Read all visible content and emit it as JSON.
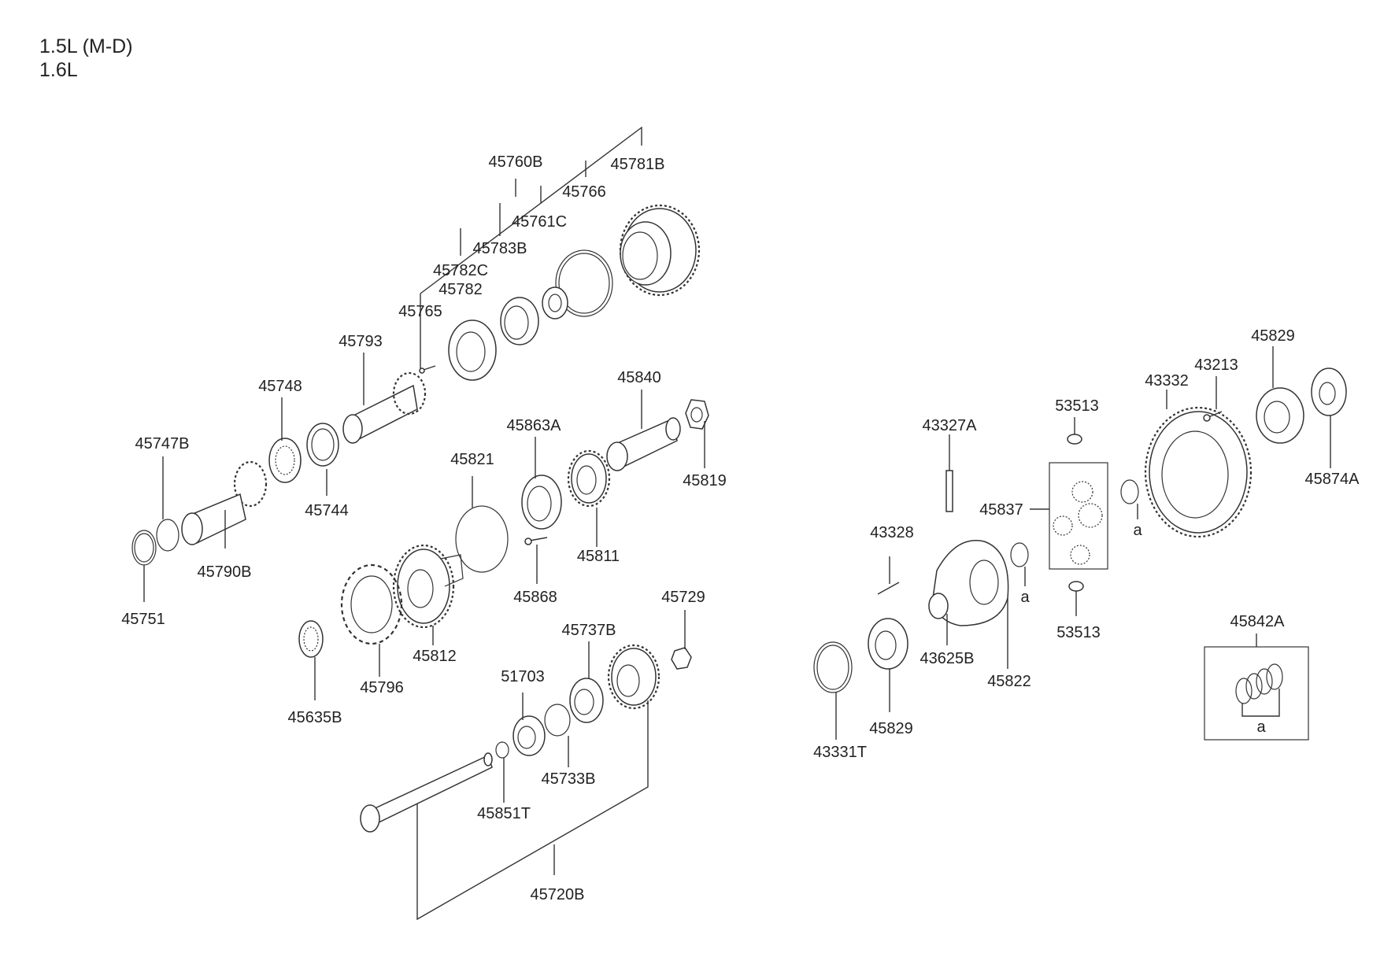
{
  "header": {
    "line1": "1.5L (M-D)",
    "line2": "1.6L"
  },
  "labels": {
    "p45760B": "45760B",
    "p45781B": "45781B",
    "p45766": "45766",
    "p45761C": "45761C",
    "p45783B": "45783B",
    "p45782C": "45782C",
    "p45782": "45782",
    "p45765": "45765",
    "p45793": "45793",
    "p45748": "45748",
    "p45747B": "45747B",
    "p45744": "45744",
    "p45790B": "45790B",
    "p45751": "45751",
    "p45840": "45840",
    "p45863A": "45863A",
    "p45821": "45821",
    "p45819": "45819",
    "p45811": "45811",
    "p45868": "45868",
    "p45812": "45812",
    "p45796": "45796",
    "p45635B": "45635B",
    "p45729": "45729",
    "p45737B": "45737B",
    "p51703": "51703",
    "p45733B": "45733B",
    "p45851T": "45851T",
    "p45720B": "45720B",
    "p43327A": "43327A",
    "p53513a": "53513",
    "p43332": "43332",
    "p43213": "43213",
    "p45829a": "45829",
    "p45874A": "45874A",
    "p45837": "45837",
    "p43328": "43328",
    "p43625B": "43625B",
    "p45822": "45822",
    "p53513b": "53513",
    "p45829b": "45829",
    "p43331T": "43331T",
    "p45842A": "45842A",
    "a1": "a",
    "a2": "a",
    "a3": "a"
  }
}
